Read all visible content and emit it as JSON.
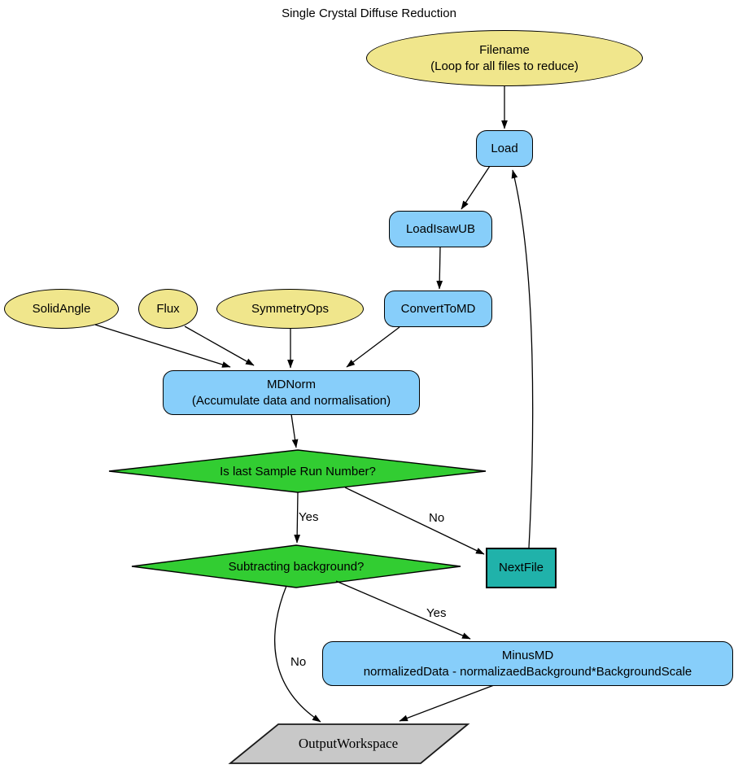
{
  "title": "Single Crystal Diffuse Reduction",
  "colors": {
    "input": "#f0e68c",
    "process": "#87cefa",
    "decision": "#32cd32",
    "loop": "#20b2aa",
    "output": "#c8c8c8"
  },
  "nodes": {
    "filename": {
      "line1": "Filename",
      "line2": "(Loop for all files to reduce)"
    },
    "load": {
      "label": "Load"
    },
    "load_isaw_ub": {
      "label": "LoadIsawUB"
    },
    "convert_to_md": {
      "label": "ConvertToMD"
    },
    "solid_angle": {
      "label": "SolidAngle"
    },
    "flux": {
      "label": "Flux"
    },
    "symmetry_ops": {
      "label": "SymmetryOps"
    },
    "mdnorm": {
      "line1": "MDNorm",
      "line2": "(Accumulate data and normalisation)"
    },
    "is_last_run": {
      "label": "Is last Sample Run Number?"
    },
    "subtracting_background": {
      "label": "Subtracting background?"
    },
    "next_file": {
      "label": "NextFile"
    },
    "minus_md": {
      "line1": "MinusMD",
      "line2": "normalizedData - normalizaedBackground*BackgroundScale"
    },
    "output_workspace": {
      "label": "OutputWorkspace"
    }
  },
  "edge_labels": {
    "is_last_yes": "Yes",
    "is_last_no": "No",
    "subtract_yes": "Yes",
    "subtract_no": "No"
  }
}
